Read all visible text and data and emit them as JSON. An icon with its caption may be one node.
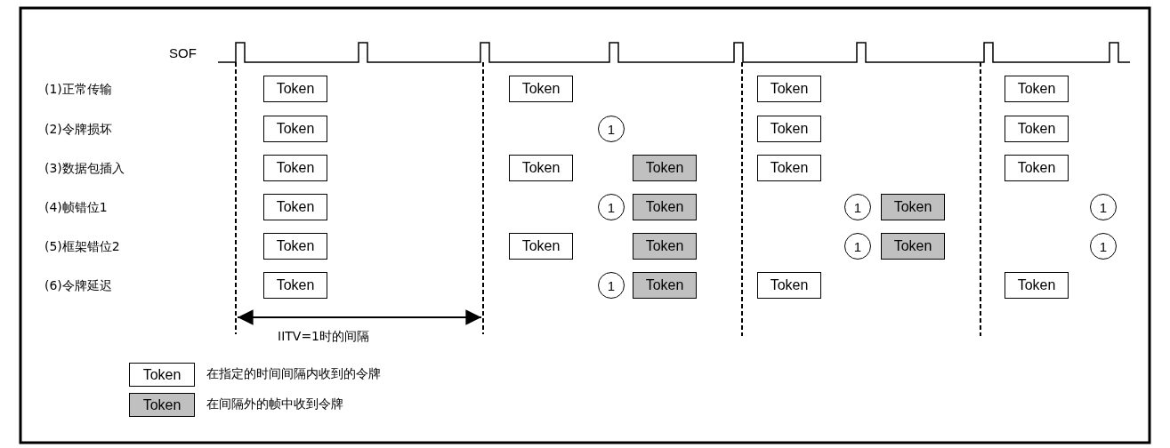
{
  "diagram": {
    "nodes": [
      {
        "text": [
          "Token"
        ]
      },
      {
        "text": [
          "Token"
        ]
      },
      {
        "text": [
          "Token"
        ]
      },
      {
        "text": [
          "Token"
        ]
      },
      {
        "text": [
          "Token"
        ]
      },
      {
        "text": [
          "1"
        ]
      },
      {
        "text": [
          "Token"
        ]
      },
      {
        "text": [
          "Token"
        ]
      },
      {
        "text": [
          "Token"
        ]
      },
      {
        "text": [
          "Token"
        ]
      },
      {
        "text": [
          "Token"
        ]
      },
      {
        "text": [
          "Token"
        ]
      },
      {
        "text": [
          "Token"
        ]
      },
      {
        "text": [
          "Token"
        ]
      },
      {
        "text": [
          "1"
        ]
      },
      {
        "text": [
          "Token"
        ]
      },
      {
        "text": [
          "1"
        ]
      },
      {
        "text": [
          "Token"
        ]
      },
      {
        "text": [
          "1"
        ]
      },
      {
        "text": [
          "Token"
        ]
      },
      {
        "text": [
          "Token"
        ]
      },
      {
        "text": [
          "Token"
        ]
      },
      {
        "text": [
          "1"
        ]
      },
      {
        "text": [
          "Token"
        ]
      },
      {
        "text": [
          "1"
        ]
      },
      {
        "text": [
          "Token"
        ]
      },
      {
        "text": [
          "1"
        ]
      },
      {
        "text": [
          "Token"
        ]
      },
      {
        "text": [
          "Token"
        ]
      },
      {
        "text": [
          "Token"
        ]
      }
    ],
    "edges": [],
    "labels": [
      "SOF",
      "(1)正常传输",
      "(2)令牌损坏",
      "(3)数据包插入",
      "(4)帧错位1",
      "(5)框架错位2",
      "(6)令牌延迟",
      "IITV=1时的间隔",
      "Token",
      "Token"
    ],
    "legend": [
      {
        "text": "在指定的时间间隔内收到的令牌",
        "color": "#ffffff"
      },
      {
        "text": "在间隔外的帧中收到令牌",
        "color": "#c0c0c0"
      }
    ]
  }
}
